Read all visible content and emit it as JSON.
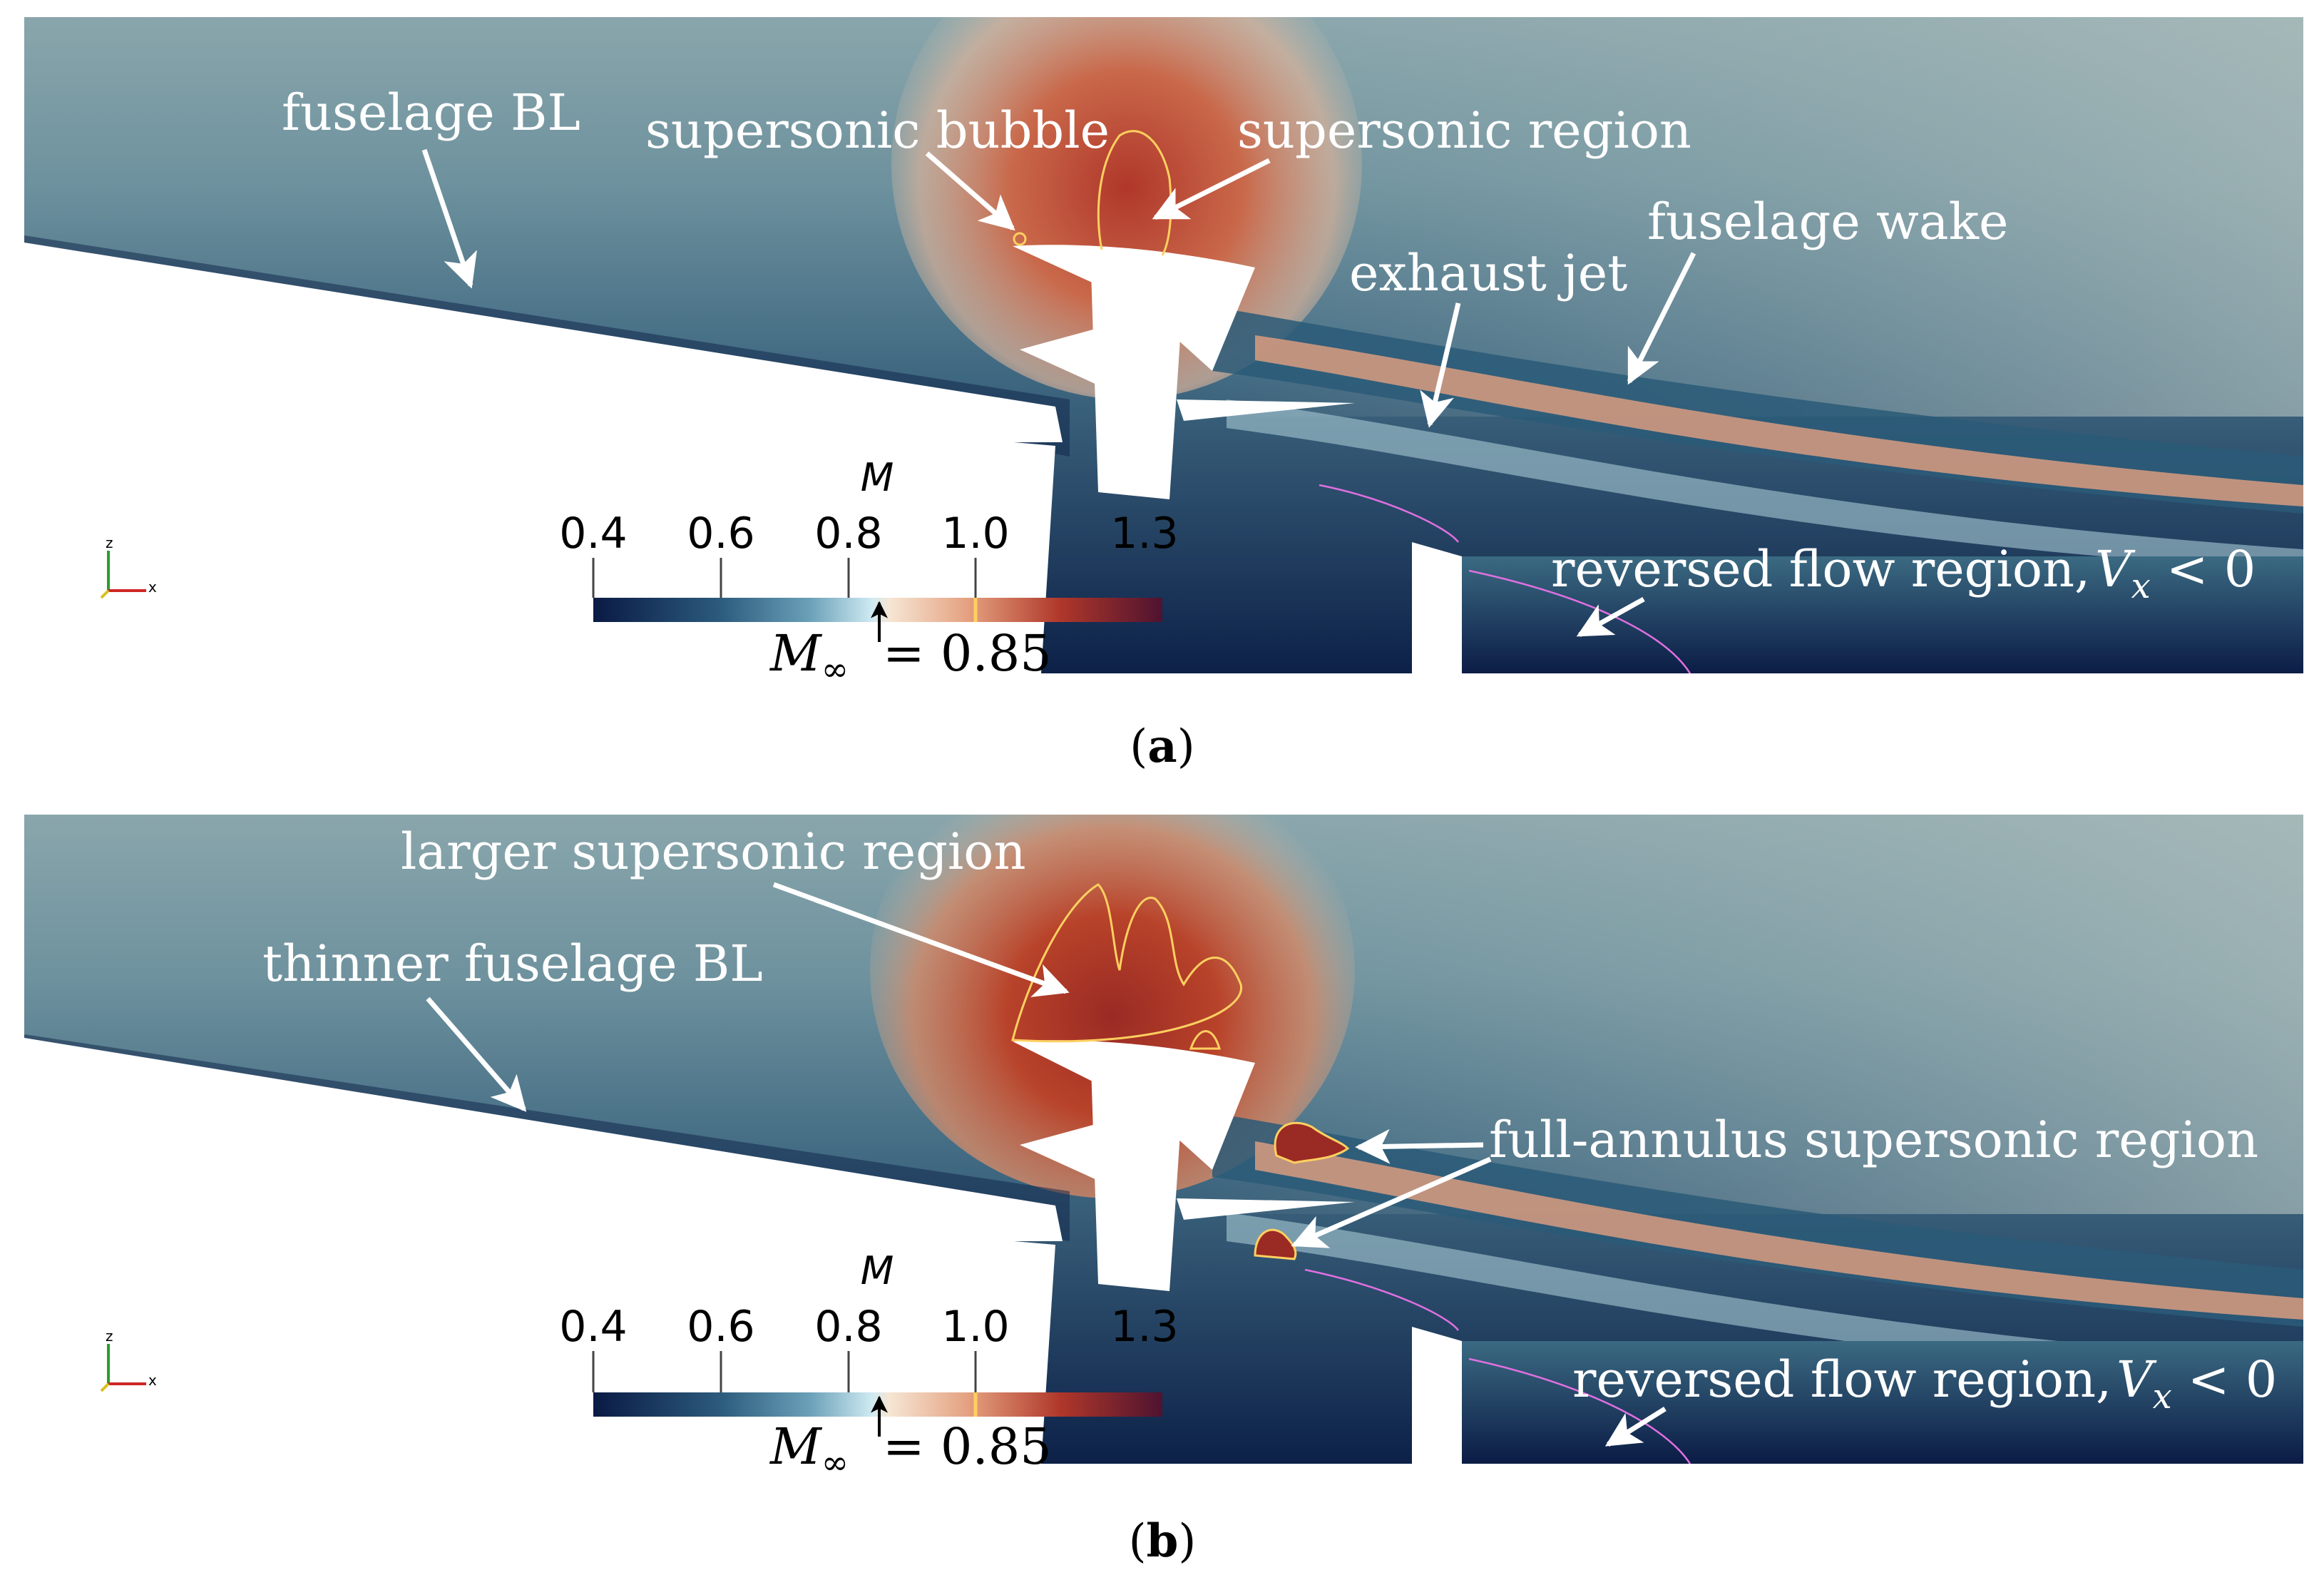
{
  "panels": [
    {
      "caption_letter": "a",
      "colorbar_title": "M",
      "ticks": [
        "0.4",
        "0.6",
        "0.8",
        "1.0",
        "1.3"
      ],
      "freestream": "= 0.85",
      "annotations": {
        "bl": "fuselage BL",
        "bubble": "supersonic bubble",
        "region": "supersonic region",
        "wake": "fuselage wake",
        "jet": "exhaust jet",
        "reversed": "reversed flow region,"
      }
    },
    {
      "caption_letter": "b",
      "colorbar_title": "M",
      "ticks": [
        "0.4",
        "0.6",
        "0.8",
        "1.0",
        "1.3"
      ],
      "freestream": "= 0.85",
      "annotations": {
        "larger": "larger supersonic region",
        "bl": "thinner fuselage BL",
        "annulus": "full-annulus supersonic region",
        "reversed": "reversed flow region,"
      }
    }
  ],
  "colors": {
    "mach_low": "#0a1a44",
    "mach_mid": "#5f93ac",
    "mach_sonic": "#d8ecf0",
    "mach_high": "#b8432a",
    "mach_max": "#4e1330",
    "sonic_line": "#ffd060",
    "reversed_line": "#e070e0"
  }
}
